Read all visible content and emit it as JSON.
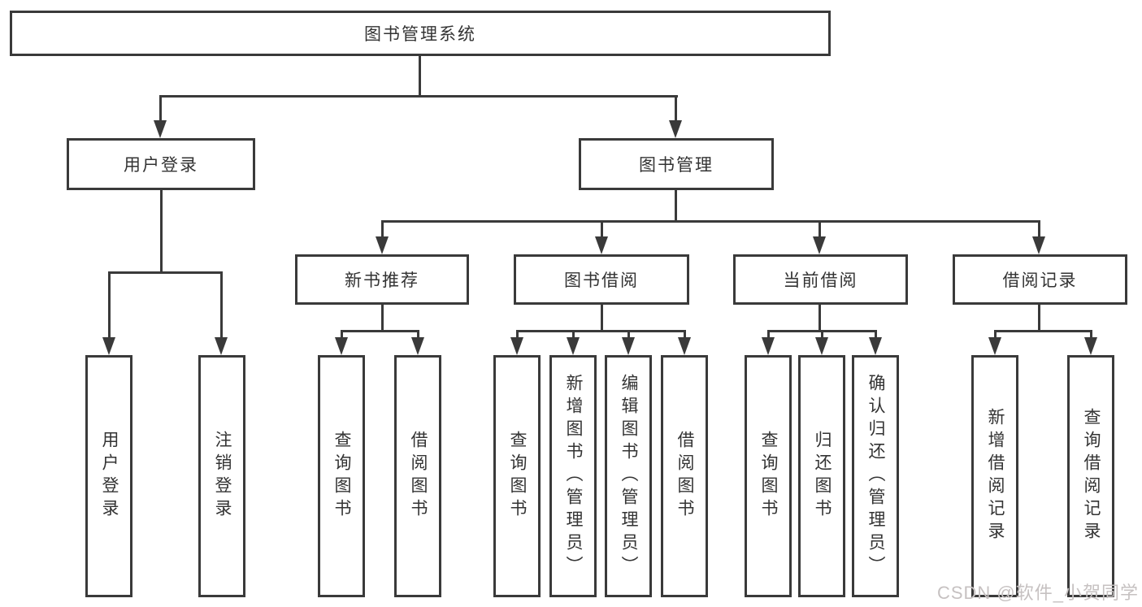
{
  "tree": {
    "root": {
      "label": "图书管理系统"
    },
    "branches": [
      {
        "label": "用户登录",
        "children": [
          {
            "label": "用户登录"
          },
          {
            "label": "注销登录"
          }
        ]
      },
      {
        "label": "图书管理",
        "children": [
          {
            "label": "新书推荐",
            "children": [
              {
                "label": "查询图书"
              },
              {
                "label": "借阅图书"
              }
            ]
          },
          {
            "label": "图书借阅",
            "children": [
              {
                "label": "查询图书"
              },
              {
                "label": "新增图书（管理员）"
              },
              {
                "label": "编辑图书（管理员）"
              },
              {
                "label": "借阅图书"
              }
            ]
          },
          {
            "label": "当前借阅",
            "children": [
              {
                "label": "查询图书"
              },
              {
                "label": "归还图书"
              },
              {
                "label": "确认归还（管理员）"
              }
            ]
          },
          {
            "label": "借阅记录",
            "children": [
              {
                "label": "新增借阅记录"
              },
              {
                "label": "查询借阅记录"
              }
            ]
          }
        ]
      }
    ]
  },
  "watermark": "CSDN @软件_小贺同学",
  "colors": {
    "line": "#3a3a3a",
    "text": "#333333",
    "watermark": "#c6c1c1",
    "background": "#ffffff"
  }
}
